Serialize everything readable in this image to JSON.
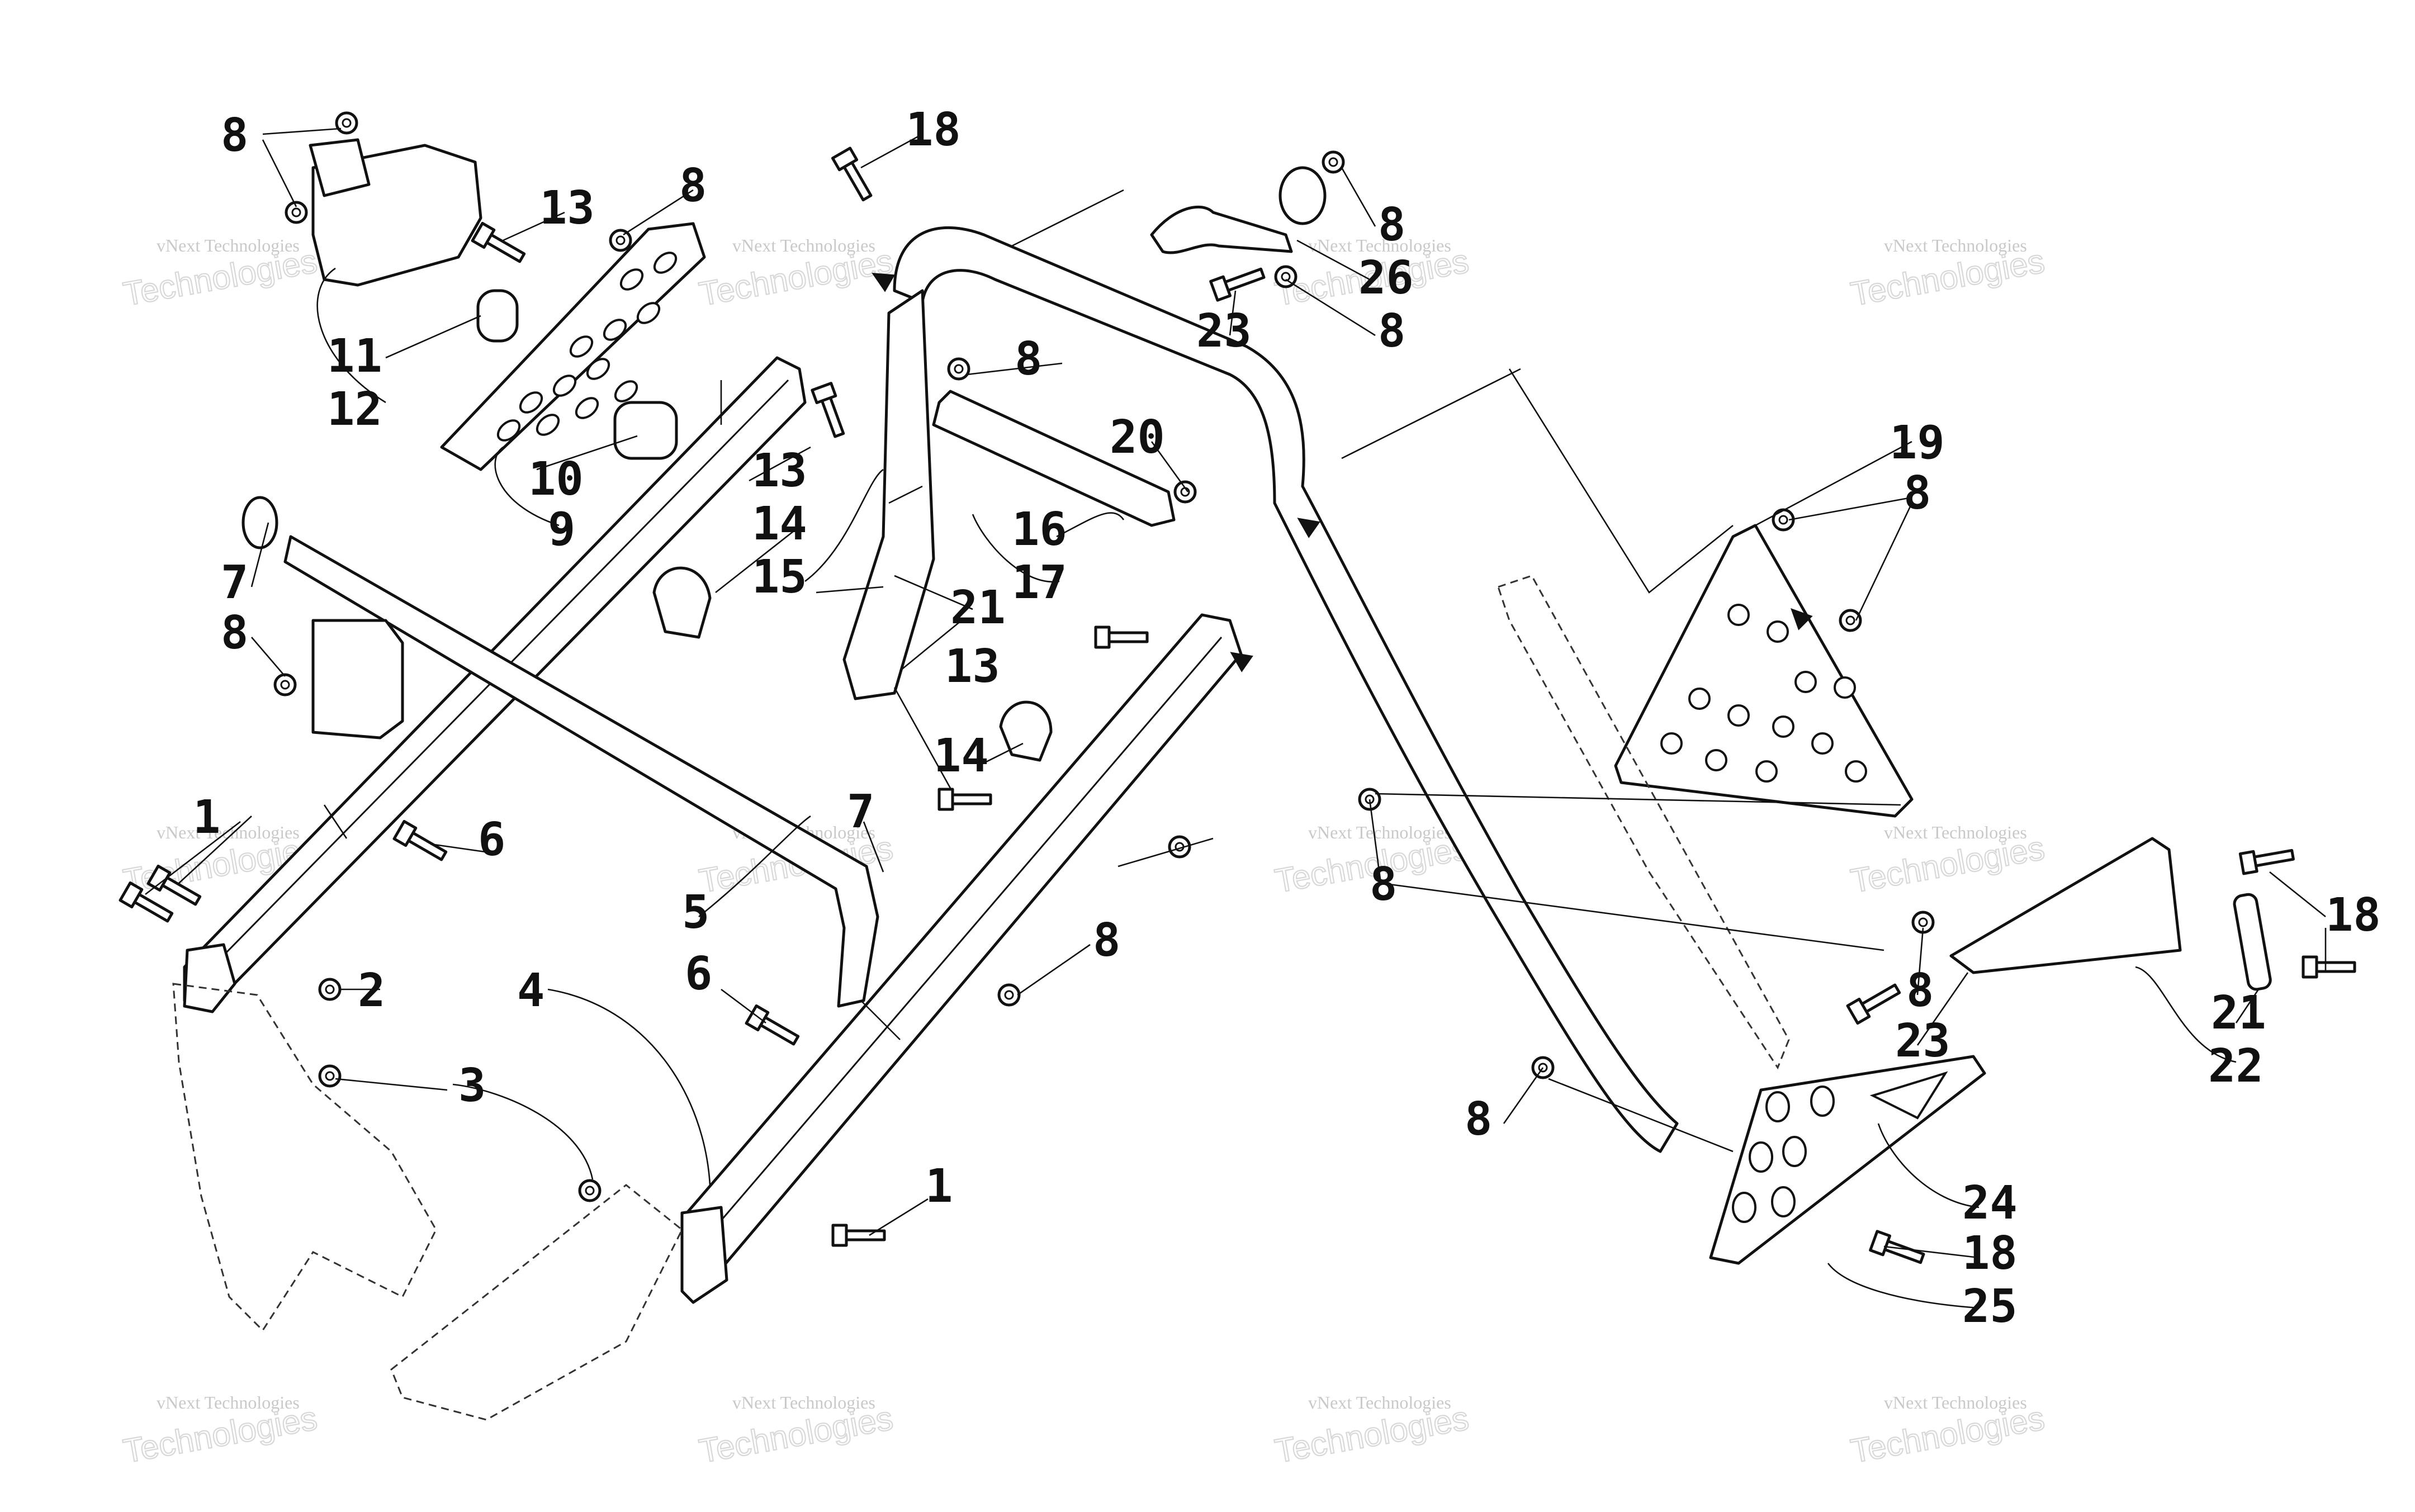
{
  "diagram": {
    "background": "#ffffff",
    "ink": "#111111",
    "watermark": {
      "line1": "vNext Technologies",
      "line2": "Technologies",
      "color": "#cfcfcf"
    },
    "callouts": [
      "1",
      "1",
      "2",
      "3",
      "4",
      "5",
      "6",
      "6",
      "7",
      "7",
      "8",
      "8",
      "8",
      "8",
      "8",
      "8",
      "8",
      "8",
      "8",
      "8",
      "8",
      "9",
      "10",
      "11",
      "12",
      "13",
      "13",
      "13",
      "14",
      "14",
      "15",
      "16",
      "17",
      "18",
      "18",
      "18",
      "19",
      "20",
      "21",
      "21",
      "22",
      "23",
      "23",
      "24",
      "25",
      "26"
    ]
  }
}
